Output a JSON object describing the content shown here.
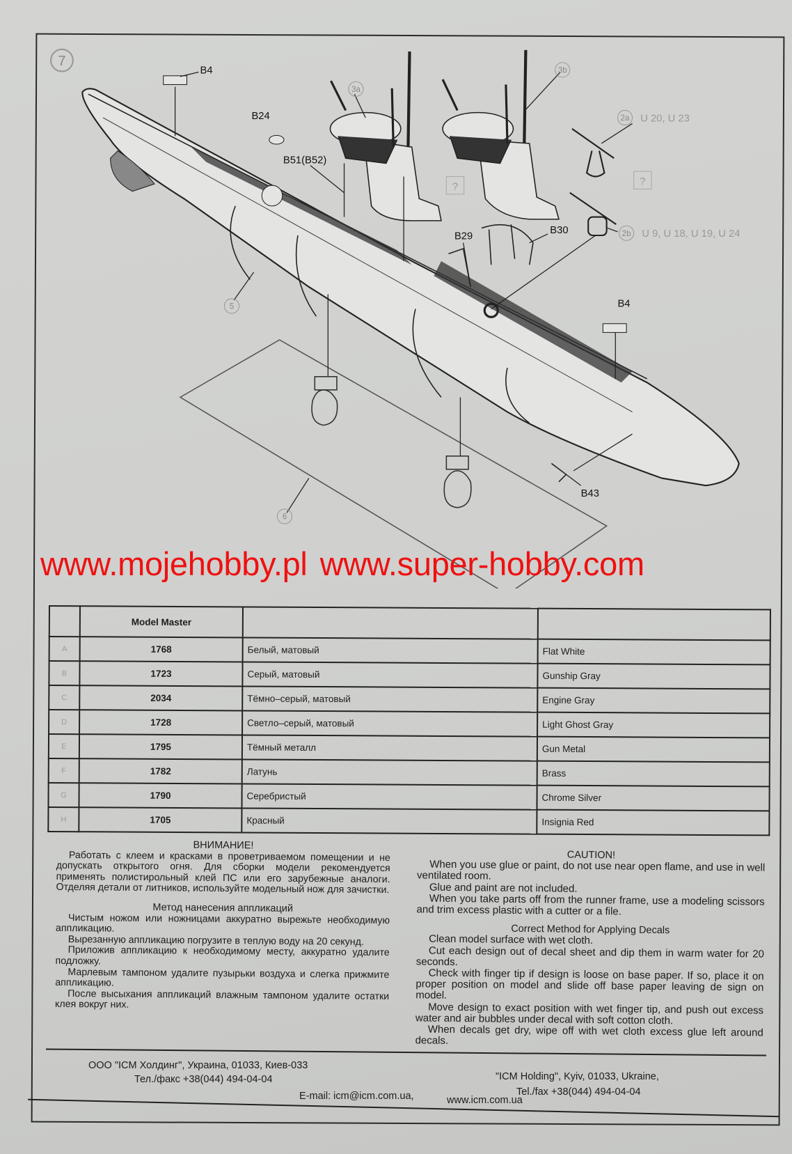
{
  "step": {
    "number": "7",
    "parts": {
      "b4_top": "B4",
      "b24": "B24",
      "b51": "B51(B52)",
      "p3a": "3a",
      "p3b": "3b",
      "p2a": "2a",
      "p2a_variants": "U 20, U 23",
      "p2b": "2b",
      "p2b_variants": "U 9, U 18, U 19, U 24",
      "b29": "B29",
      "b30": "B30",
      "b4_bottom": "B4",
      "b43": "B43",
      "p5": "5",
      "p6": "6",
      "paint_marker": "?"
    }
  },
  "watermark": {
    "site1": "www.mojehobby.pl",
    "site2": "www.super-hobby.com",
    "color": "#ee1111"
  },
  "paints": {
    "header": {
      "code": "Model Master",
      "ru": "",
      "en": ""
    },
    "rows": [
      {
        "letter": "A",
        "code": "1768",
        "ru": "Белый, матовый",
        "en": "Flat White"
      },
      {
        "letter": "B",
        "code": "1723",
        "ru": "Серый, матовый",
        "en": "Gunship Gray"
      },
      {
        "letter": "C",
        "code": "2034",
        "ru": "Тёмно–серый, матовый",
        "en": "Engine Gray"
      },
      {
        "letter": "D",
        "code": "1728",
        "ru": "Светло–серый, матовый",
        "en": "Light Ghost Gray"
      },
      {
        "letter": "E",
        "code": "1795",
        "ru": "Тёмный металл",
        "en": "Gun Metal"
      },
      {
        "letter": "F",
        "code": "1782",
        "ru": "Латунь",
        "en": "Brass"
      },
      {
        "letter": "G",
        "code": "1790",
        "ru": "Серебристый",
        "en": "Chrome Silver"
      },
      {
        "letter": "H",
        "code": "1705",
        "ru": "Красный",
        "en": "Insignia Red"
      }
    ]
  },
  "ru_text": {
    "title": "ВНИМАНИЕ!",
    "p1": "Работать с клеем и красками в проветриваемом помещении и не допускать открытого огня. Для сборки модели рекомендуется применять полистирольный клей ПС или его зарубежные аналоги. Отделяя детали от литников, используйте модельный нож для зачистки.",
    "decals_title": "Метод нанесения аппликаций",
    "d1": "Чистым ножом или ножницами аккуратно вырежьте необходимую аппликацию.",
    "d2": "Вырезанную аппликацию погрузите в теплую воду на 20 секунд.",
    "d3": "Приложив аппликацию к необходимому месту, аккуратно удалите подложку.",
    "d4": "Марлевым тампоном удалите пузырьки воздуха и слегка прижмите аппликацию.",
    "d5": "После высыхания аппликаций влажным тампоном удалите остатки клея вокруг них."
  },
  "en_text": {
    "title": "CAUTION!",
    "p1": "When you use glue or paint, do not use near open flame, and use in well ventilated room.",
    "p2": "Glue and paint are not included.",
    "p3": "When you take parts off from the runner frame, use a modeling scissors and trim excess plastic with a cutter or a file.",
    "decals_title": "Correct Method for Applying Decals",
    "d1": "Clean model surface with wet cloth.",
    "d2": "Cut each design out of decal sheet and dip them in warm water for 20 seconds.",
    "d3": "Check with finger tip if design is loose on base paper. If so, place it on proper position on model and slide off base paper leaving de sign on model.",
    "d4": "Move design to exact position with wet finger tip, and push out excess water and air bubbles under decal with soft cotton cloth.",
    "d5": "When decals get dry, wipe off with wet cloth excess glue left around decals."
  },
  "footer": {
    "ru_company": "ООО \"ICM Холдинг\", Украина, 01033, Киев-033",
    "ru_phone": "Тел./факс +38(044) 494-04-04",
    "en_company": "\"ICM Holding\", Kyiv, 01033, Ukraine,",
    "en_phone": "Tel./fax +38(044) 494-04-04",
    "email": "E-mail: icm@icm.com.ua,",
    "website": "www.icm.com.ua"
  }
}
